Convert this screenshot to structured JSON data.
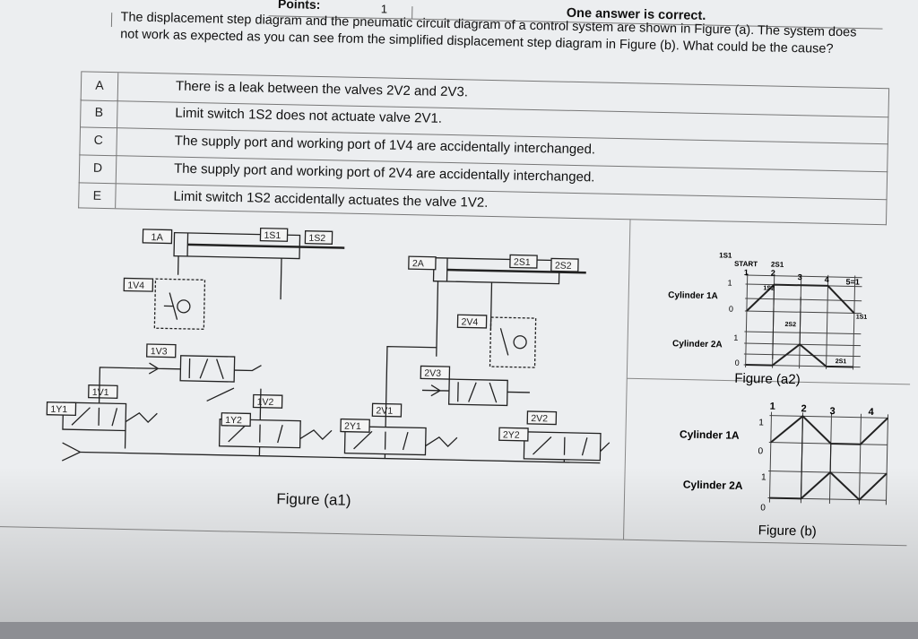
{
  "header": {
    "points_label": "Points:",
    "points_value": "1",
    "answer_type": "One answer is correct."
  },
  "question": "The displacement step diagram and the pneumatic circuit diagram of a control system are shown in Figure (a). The system does not work as expected as you can see from the simplified displacement step diagram in Figure (b). What could be the cause?",
  "options": [
    {
      "letter": "A",
      "text": "There is a leak between the valves 2V2 and 2V3."
    },
    {
      "letter": "B",
      "text": "Limit switch 1S2 does not actuate valve 2V1."
    },
    {
      "letter": "C",
      "text": "The supply port and working port of 1V4 are accidentally interchanged."
    },
    {
      "letter": "D",
      "text": "The supply port and working port of 2V4 are accidentally interchanged."
    },
    {
      "letter": "E",
      "text": "Limit switch 1S2 accidentally actuates the valve 1V2."
    }
  ],
  "circuit": {
    "caption": "Figure (a1)",
    "labels": {
      "c1": "1A",
      "c2": "2A",
      "s11": "1S1",
      "s12": "1S2",
      "s21": "2S1",
      "s22": "2S2",
      "v14": "1V4",
      "v13": "1V3",
      "v11": "1V1",
      "v12": "1V2",
      "y11": "1Y1",
      "y12": "1Y2",
      "v21": "2V1",
      "v24": "2V4",
      "v23": "2V3",
      "v22": "2V2",
      "y21": "2Y1",
      "y22": "2Y2"
    }
  },
  "diagram_a2": {
    "caption": "Figure (a2)",
    "row1": "Cylinder 1A",
    "row2": "Cylinder 2A",
    "top_sensor": "1S1",
    "start": "START",
    "start_sensor": "2S1",
    "steps": [
      "1",
      "2",
      "3",
      "4",
      "5=1"
    ],
    "mark_1s2": "1S2",
    "mark_2s2": "2S2",
    "mark_1s1": "1S1",
    "mark_2s1": "2S1",
    "one": "1",
    "zero": "0"
  },
  "diagram_b": {
    "caption": "Figure (b)",
    "row1": "Cylinder 1A",
    "row2": "Cylinder 2A",
    "steps": [
      "1",
      "2",
      "3",
      "4"
    ],
    "one": "1",
    "zero": "0"
  }
}
